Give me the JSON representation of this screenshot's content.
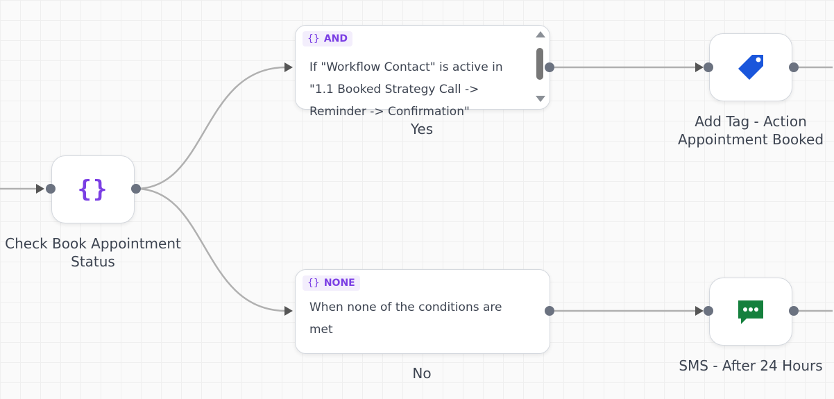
{
  "nodes": {
    "check": {
      "label": "Check Book Appointment Status",
      "icon": "braces-icon",
      "icon_text": "{}",
      "color": "#7b3fe4"
    },
    "add_tag": {
      "label": "Add Tag - Action Appointment Booked",
      "icon": "tag-icon",
      "color": "#1a56db"
    },
    "sms": {
      "label": "SMS - After 24 Hours",
      "icon": "chat-message-icon",
      "color": "#15803d"
    }
  },
  "branches": {
    "and": {
      "badge_icon": "{}",
      "badge": "AND",
      "text": "If \"Workflow Contact\" is active in \"1.1 Booked Strategy Call -> Reminder -> Confirmation\"",
      "label": "Yes"
    },
    "none": {
      "badge_icon": "{}",
      "badge": "NONE",
      "text": "When none of the conditions are met",
      "label": "No"
    }
  },
  "colors": {
    "connector": "#b0b0b0",
    "port": "#6b7280",
    "badge_bg": "#f3eefc",
    "badge_text": "#7b3fe4"
  }
}
